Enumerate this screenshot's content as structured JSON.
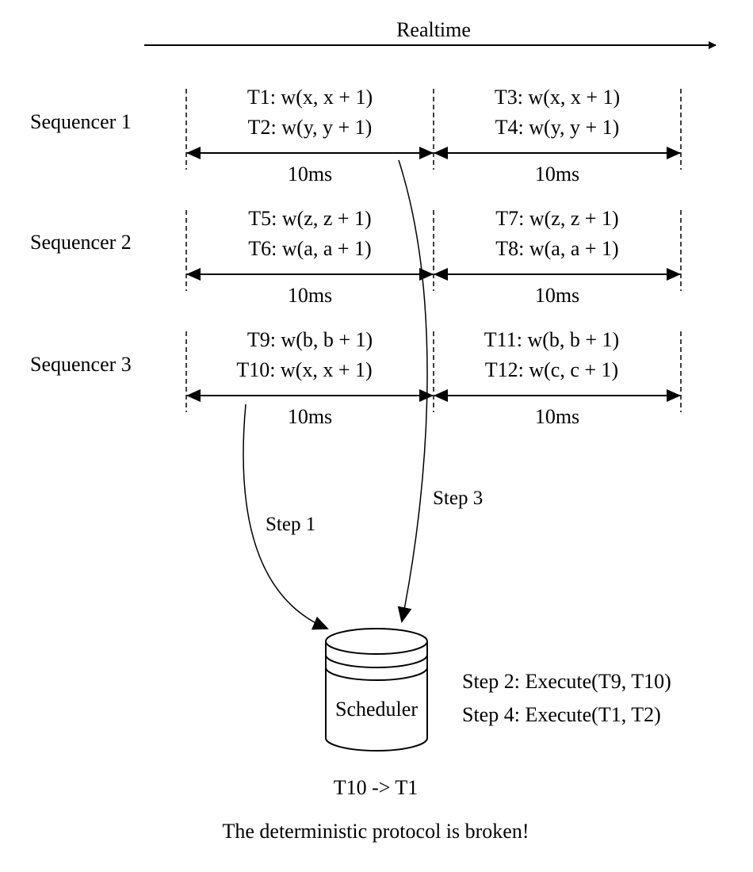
{
  "timeline": {
    "label": "Realtime"
  },
  "sequencers": [
    {
      "label": "Sequencer 1",
      "windows": [
        {
          "tx": [
            "T1: w(x, x + 1)",
            "T2: w(y, y + 1)"
          ],
          "duration": "10ms"
        },
        {
          "tx": [
            "T3: w(x, x + 1)",
            "T4: w(y, y + 1)"
          ],
          "duration": "10ms"
        }
      ]
    },
    {
      "label": "Sequencer 2",
      "windows": [
        {
          "tx": [
            "T5: w(z, z + 1)",
            "T6: w(a, a + 1)"
          ],
          "duration": "10ms"
        },
        {
          "tx": [
            "T7: w(z, z + 1)",
            "T8: w(a, a + 1)"
          ],
          "duration": "10ms"
        }
      ]
    },
    {
      "label": "Sequencer 3",
      "windows": [
        {
          "tx": [
            "T9: w(b, b + 1)",
            "T10: w(x, x + 1)"
          ],
          "duration": "10ms"
        },
        {
          "tx": [
            "T11: w(b, b + 1)",
            "T12: w(c, c + 1)"
          ],
          "duration": "10ms"
        }
      ]
    }
  ],
  "flows": {
    "step1": "Step 1",
    "step3": "Step 3"
  },
  "scheduler": {
    "label": "Scheduler",
    "steps": [
      "Step 2: Execute(T9, T10)",
      "Step 4: Execute(T1, T2)"
    ]
  },
  "result": {
    "order": "T10 -> T1",
    "conclusion": "The deterministic protocol is broken!"
  }
}
